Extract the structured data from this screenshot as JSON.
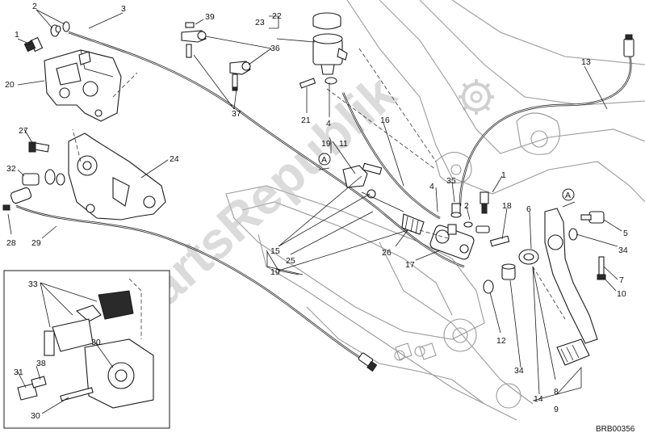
{
  "watermark": "PartsRepublik",
  "diagram_code": "BRB00356",
  "callouts": [
    "1",
    "2",
    "3",
    "39",
    "22",
    "23",
    "36",
    "13",
    "20",
    "37",
    "21",
    "4",
    "27",
    "16",
    "19",
    "11",
    "24",
    "32",
    "35",
    "28",
    "29",
    "15",
    "25",
    "26",
    "17",
    "6",
    "18",
    "5",
    "34",
    "7",
    "10",
    "33",
    "30",
    "31",
    "38",
    "12",
    "14",
    "8",
    "9"
  ],
  "section_marker": "A",
  "inset_present": true
}
